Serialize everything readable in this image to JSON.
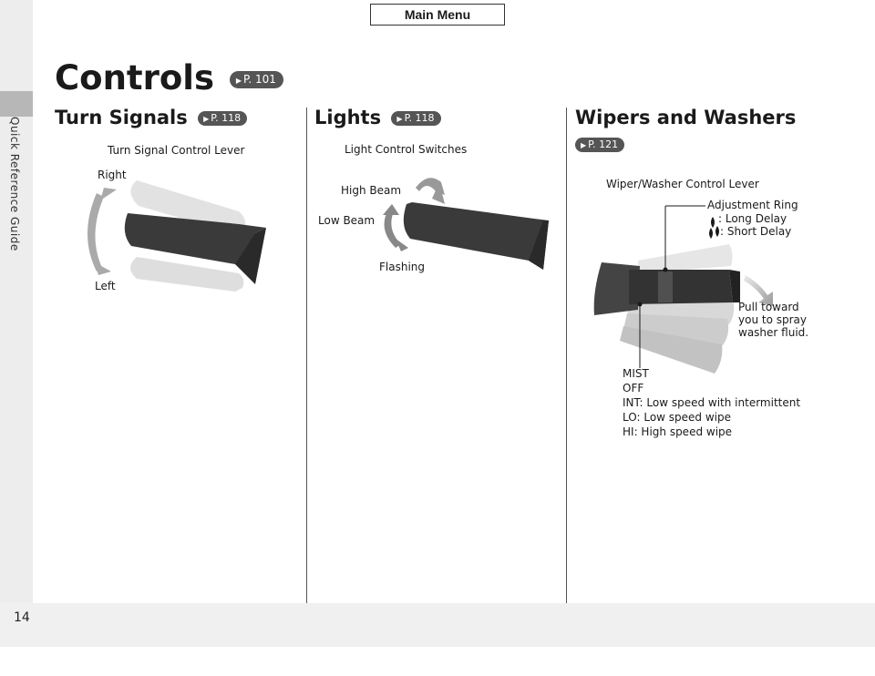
{
  "header": {
    "main_menu_label": "Main Menu"
  },
  "sidebar": {
    "section_label": "Quick Reference Guide"
  },
  "page": {
    "number": "14",
    "title": "Controls",
    "title_ref": "P. 101"
  },
  "turn_signals": {
    "heading": "Turn Signals",
    "ref": "P. 118",
    "caption": "Turn Signal Control Lever",
    "label_right": "Right",
    "label_left": "Left"
  },
  "lights": {
    "heading": "Lights",
    "ref": "P. 118",
    "caption": "Light Control Switches",
    "label_high_beam": "High Beam",
    "label_low_beam": "Low Beam",
    "label_flashing": "Flashing"
  },
  "wipers": {
    "heading": "Wipers and Washers",
    "ref": "P. 121",
    "caption": "Wiper/Washer Control Lever",
    "adjustment_ring": "Adjustment Ring",
    "long_delay": ": Long Delay",
    "short_delay": ": Short Delay",
    "pull_line1": "Pull toward",
    "pull_line2": "you to spray",
    "pull_line3": "washer fluid.",
    "modes": [
      "MIST",
      "OFF",
      "INT: Low speed with intermittent",
      "LO: Low speed wipe",
      "HI: High speed wipe"
    ]
  },
  "colors": {
    "sidebar_bg": "#ededed",
    "sidebar_tab": "#b7b7b7",
    "footer_bg": "#f0f0f0",
    "ref_badge": "#555555"
  }
}
